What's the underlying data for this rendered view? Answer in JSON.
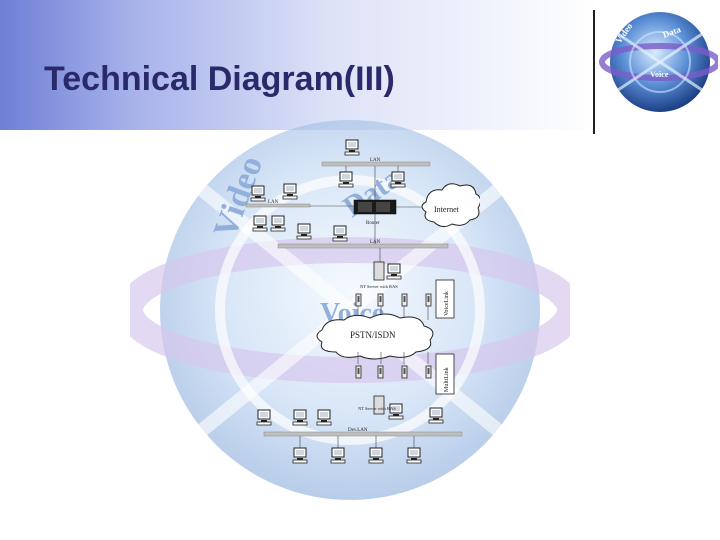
{
  "slide": {
    "title": "Technical Diagram(III)"
  },
  "logo": {
    "word1": "Video",
    "word2": "Data",
    "word3": "Voice"
  },
  "watermark": {
    "word1": "Video",
    "word2": "Data",
    "word3": "Voice"
  },
  "diagram": {
    "lan1_label": "LAN",
    "lan2_label": "LAN",
    "lan3_label": "LAN",
    "router_label": "Router",
    "internet_label": "Internet",
    "server1_label": "NT Server with RAS",
    "voicelink_label": "VoiceLink",
    "pstn_label": "PSTN/ISDN",
    "multilink_label": "MultiLink",
    "server2_label": "NT Server with RAS",
    "bottom_lan_label": "Dev.LAN"
  },
  "colors": {
    "title": "#2a2a6a",
    "band_start": "#6e7fd6",
    "globe": "#3a6fc0"
  }
}
